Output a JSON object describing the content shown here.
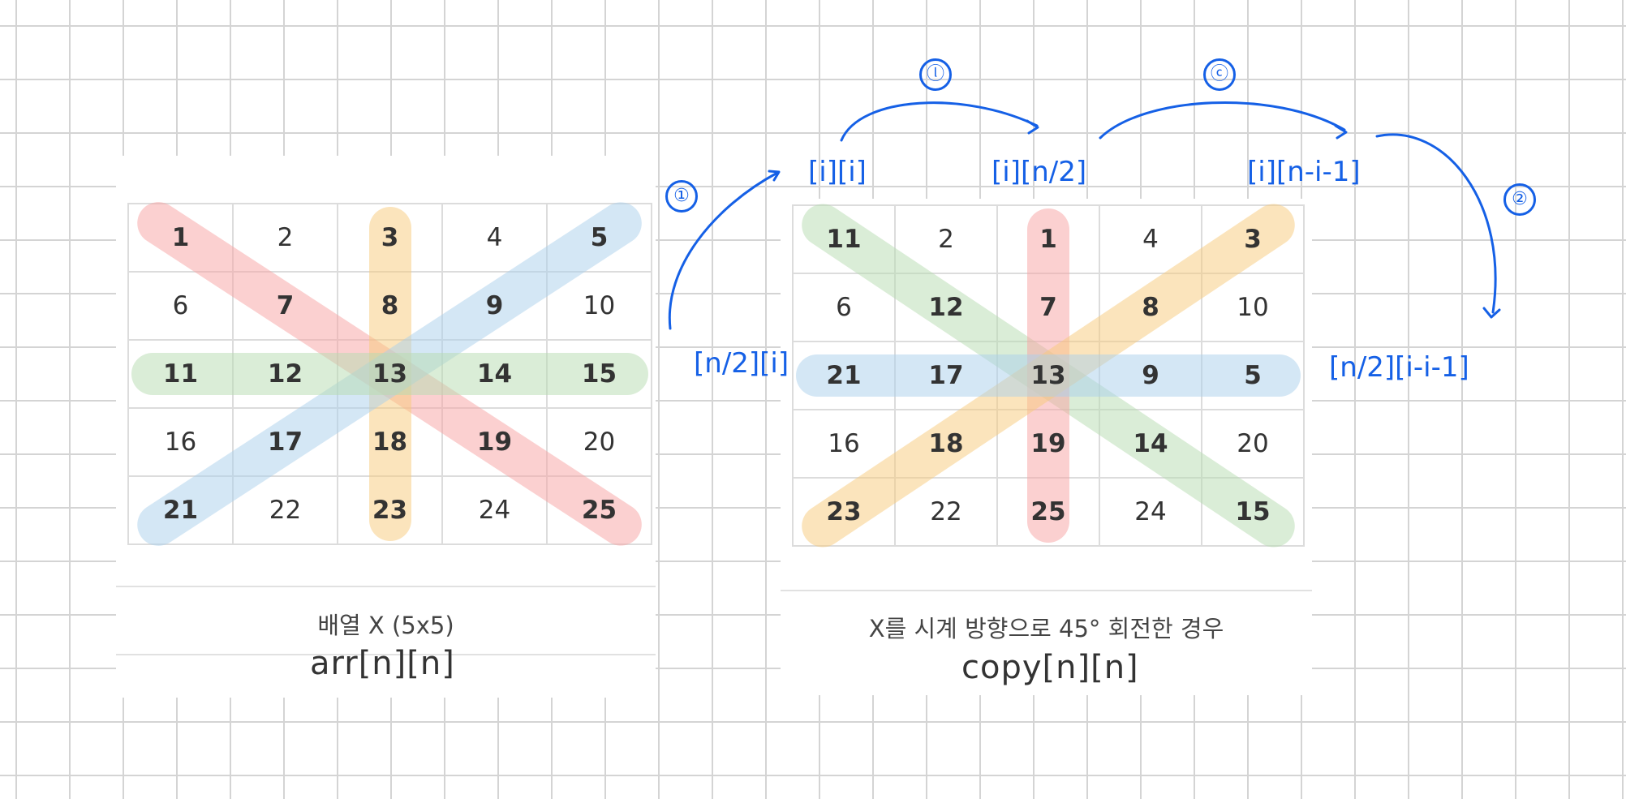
{
  "left_card": {
    "caption": "배열 X (5x5)",
    "annotation": "arr[n][n]",
    "grid": [
      [
        {
          "v": "1",
          "b": true
        },
        {
          "v": "2",
          "b": false
        },
        {
          "v": "3",
          "b": true
        },
        {
          "v": "4",
          "b": false
        },
        {
          "v": "5",
          "b": true
        }
      ],
      [
        {
          "v": "6",
          "b": false
        },
        {
          "v": "7",
          "b": true
        },
        {
          "v": "8",
          "b": true
        },
        {
          "v": "9",
          "b": true
        },
        {
          "v": "10",
          "b": false
        }
      ],
      [
        {
          "v": "11",
          "b": true
        },
        {
          "v": "12",
          "b": true
        },
        {
          "v": "13",
          "b": true
        },
        {
          "v": "14",
          "b": true
        },
        {
          "v": "15",
          "b": true
        }
      ],
      [
        {
          "v": "16",
          "b": false
        },
        {
          "v": "17",
          "b": true
        },
        {
          "v": "18",
          "b": true
        },
        {
          "v": "19",
          "b": true
        },
        {
          "v": "20",
          "b": false
        }
      ],
      [
        {
          "v": "21",
          "b": true
        },
        {
          "v": "22",
          "b": false
        },
        {
          "v": "23",
          "b": true
        },
        {
          "v": "24",
          "b": false
        },
        {
          "v": "25",
          "b": true
        }
      ]
    ],
    "bands": [
      {
        "name": "main-diagonal-band",
        "line": "main-diagonal",
        "color": "#f7a1a1"
      },
      {
        "name": "middle-column-band",
        "line": "middle-column",
        "color": "#f8c97a"
      },
      {
        "name": "anti-diagonal-band",
        "line": "anti-diagonal",
        "color": "#a9d0ec"
      },
      {
        "name": "middle-row-band",
        "line": "middle-row",
        "color": "#b5dbb0"
      }
    ]
  },
  "right_card": {
    "caption": "X를 시계 방향으로 45° 회전한 경우",
    "annotation": "copy[n][n]",
    "grid": [
      [
        {
          "v": "11",
          "b": true
        },
        {
          "v": "2",
          "b": false
        },
        {
          "v": "1",
          "b": true
        },
        {
          "v": "4",
          "b": false
        },
        {
          "v": "3",
          "b": true
        }
      ],
      [
        {
          "v": "6",
          "b": false
        },
        {
          "v": "12",
          "b": true
        },
        {
          "v": "7",
          "b": true
        },
        {
          "v": "8",
          "b": true
        },
        {
          "v": "10",
          "b": false
        }
      ],
      [
        {
          "v": "21",
          "b": true
        },
        {
          "v": "17",
          "b": true
        },
        {
          "v": "13",
          "b": true
        },
        {
          "v": "9",
          "b": true
        },
        {
          "v": "5",
          "b": true
        }
      ],
      [
        {
          "v": "16",
          "b": false
        },
        {
          "v": "18",
          "b": true
        },
        {
          "v": "19",
          "b": true
        },
        {
          "v": "14",
          "b": true
        },
        {
          "v": "20",
          "b": false
        }
      ],
      [
        {
          "v": "23",
          "b": true
        },
        {
          "v": "22",
          "b": false
        },
        {
          "v": "25",
          "b": true
        },
        {
          "v": "24",
          "b": false
        },
        {
          "v": "15",
          "b": true
        }
      ]
    ],
    "bands": [
      {
        "name": "main-diagonal-band",
        "line": "main-diagonal",
        "color": "#b5dbb0"
      },
      {
        "name": "middle-column-band",
        "line": "middle-column",
        "color": "#f7a1a1"
      },
      {
        "name": "anti-diagonal-band",
        "line": "anti-diagonal",
        "color": "#f8c97a"
      },
      {
        "name": "middle-row-band",
        "line": "middle-row",
        "color": "#a9d0ec"
      }
    ]
  },
  "annotations": {
    "row_index": "[n/2][i]",
    "diag_index": "[i][i]",
    "col_index": "[i][n/2]",
    "anti_index": "[i][n-i-1]",
    "row_reverse_index": "[n/2][i-i-1]",
    "step_labels": [
      "①",
      "ⓛ",
      "ⓒ",
      "②"
    ]
  },
  "colors": {
    "ink": "#1560e6",
    "grid_line": "#d4d4d4"
  }
}
